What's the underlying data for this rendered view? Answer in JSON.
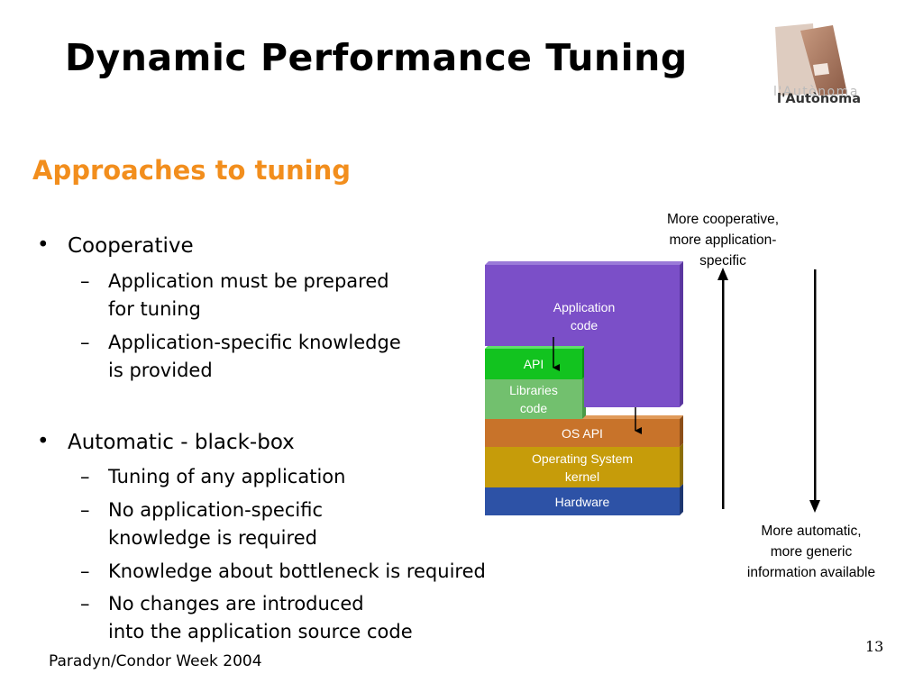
{
  "slide": {
    "title": "Dynamic Performance Tuning",
    "subtitle": "Approaches to tuning",
    "footer": "Paradyn/Condor Week 2004",
    "page_number": "13"
  },
  "logo": {
    "text": "l'Autònoma",
    "ghost_text": "l'Autònoma",
    "icon": "uab-logo"
  },
  "bullets": [
    {
      "label": "Cooperative",
      "subitems": [
        {
          "line1": "Application must be prepared",
          "line2": "for tuning"
        },
        {
          "line1": "Application-specific knowledge",
          "line2": "is provided"
        }
      ]
    },
    {
      "label": "Automatic - black-box",
      "subitems": [
        {
          "line1": "Tuning of any application",
          "line2": ""
        },
        {
          "line1": "No application-specific",
          "line2": "knowledge is required"
        },
        {
          "line1": "Knowledge about bottleneck is required",
          "line2": ""
        },
        {
          "line1": "No changes are introduced",
          "line2": "into the application source code"
        }
      ]
    }
  ],
  "diagram": {
    "layers": {
      "application_code": "Application\ncode",
      "api": "API",
      "libraries_code": "Libraries\ncode",
      "os_api": "OS API",
      "os_kernel": "Operating System\nkernel",
      "hardware": "Hardware"
    },
    "colors": {
      "application": "#7b4fc8",
      "api": "#12c31f",
      "libraries": "#72c06e",
      "os_api": "#c8732a",
      "kernel": "#c69c0a",
      "hardware": "#2d52a6"
    },
    "annotations": {
      "top": "More  cooperative,\nmore application-\nspecific",
      "bottom": "More automatic,\nmore generic\ninformation available"
    }
  }
}
